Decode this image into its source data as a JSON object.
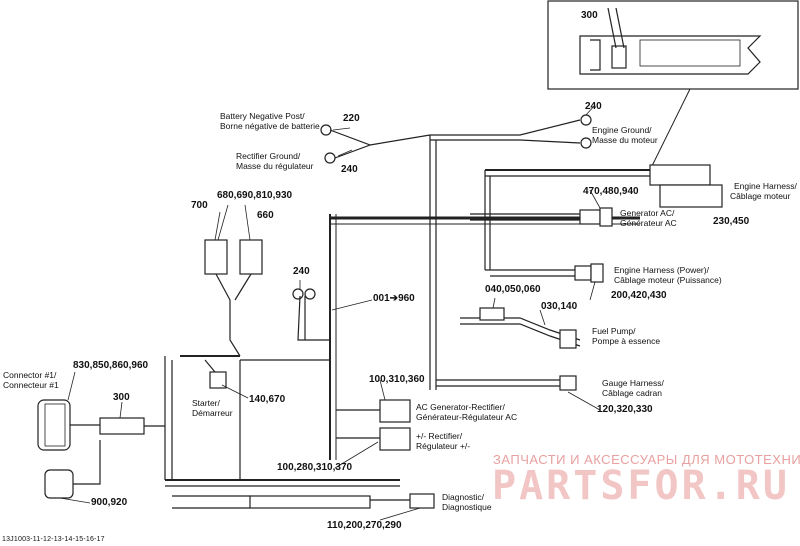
{
  "inset": {
    "ref": "300"
  },
  "labels": {
    "battery_neg_en": "Battery Negative Post/",
    "battery_neg_fr": "Borne négative de batterie",
    "rectifier_gnd_en": "Rectifier Ground/",
    "rectifier_gnd_fr": "Masse du régulateur",
    "engine_gnd_en": "Engine Ground/",
    "engine_gnd_fr": "Masse du moteur",
    "engine_harness_en": "Engine Harness/",
    "engine_harness_fr": "Câblage moteur",
    "generator_ac_en": "Generator AC/",
    "generator_ac_fr": "Générateur AC",
    "engine_power_en": "Engine Harness (Power)/",
    "engine_power_fr": "Câblage moteur (Puissance)",
    "fuel_pump_en": "Fuel Pump/",
    "fuel_pump_fr": "Pompe à essence",
    "gauge_harness_en": "Gauge Harness/",
    "gauge_harness_fr": "Câblage cadran",
    "ac_gen_rect_en": "AC Generator-Rectifier/",
    "ac_gen_rect_fr": "Générateur-Régulateur AC",
    "rectifier_en": "+/- Rectifier/",
    "rectifier_fr": "Régulateur +/-",
    "diagnostic_en": "Diagnostic/",
    "diagnostic_fr": "Diagnostique",
    "starter_en": "Starter/",
    "starter_fr": "Démarreur",
    "connector_en": "Connector #1/",
    "connector_fr": "Connecteur #1"
  },
  "refs": {
    "r220": "220",
    "r240a": "240",
    "r240b": "240",
    "r240c": "240",
    "r230450": "230,450",
    "r470": "470,480,940",
    "r200420": "200,420,430",
    "r040": "040,050,060",
    "r030": "030,140",
    "r120": "120,320,330",
    "r100310": "100,310,360",
    "r100280": "100,280,310,370",
    "r110": "110,200,270,290",
    "r001": "001➔960",
    "r700": "700",
    "r680": "680,690,810,930",
    "r660": "660",
    "r140670": "140,670",
    "r830": "830,850,860,960",
    "r300": "300",
    "r900": "900,920"
  },
  "footer": {
    "code": "13J1003-11-12-13-14-15-16-17"
  },
  "watermark": {
    "text_ru": "ЗАПЧАСТИ И АКСЕССУАРЫ ДЛЯ МОТОТЕХНИКИ",
    "logo": "PARTSFOR.RU"
  },
  "colors": {
    "line": "#222222",
    "watermark": "#f3c6c6"
  }
}
